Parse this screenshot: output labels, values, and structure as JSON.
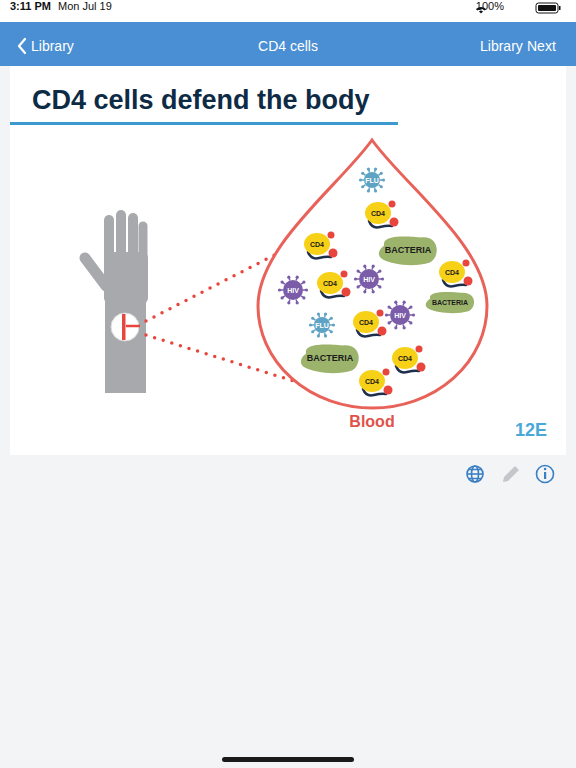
{
  "diagram": {
    "title": "CD4 cells defend the body",
    "nodes": [
      {
        "text": [
          "Blood"
        ]
      },
      {
        "text": [
          "FLU"
        ],
        "in": 0
      },
      {
        "text": [
          "CD4"
        ],
        "in": 0
      },
      {
        "text": [
          "CD4"
        ],
        "in": 0
      },
      {
        "text": [
          "BACTERIA"
        ],
        "in": 0
      },
      {
        "text": [
          "CD4"
        ],
        "in": 0
      },
      {
        "text": [
          "HIV"
        ],
        "in": 0
      },
      {
        "text": [
          "CD4"
        ],
        "in": 0
      },
      {
        "text": [
          "HIV"
        ],
        "in": 0
      },
      {
        "text": [
          "BACTERIA"
        ],
        "in": 0
      },
      {
        "text": [
          "HIV"
        ],
        "in": 0
      },
      {
        "text": [
          "CD4"
        ],
        "in": 0
      },
      {
        "text": [
          "FLU"
        ],
        "in": 0
      },
      {
        "text": [
          "BACTERIA"
        ],
        "in": 0
      },
      {
        "text": [
          "CD4"
        ],
        "in": 0
      },
      {
        "text": [
          "CD4"
        ],
        "in": 0
      }
    ],
    "labels": [
      "3:11 PM",
      "Mon Jul 19",
      "100%",
      "Library",
      "CD4 cells",
      "Library",
      "Next",
      "12E"
    ]
  }
}
